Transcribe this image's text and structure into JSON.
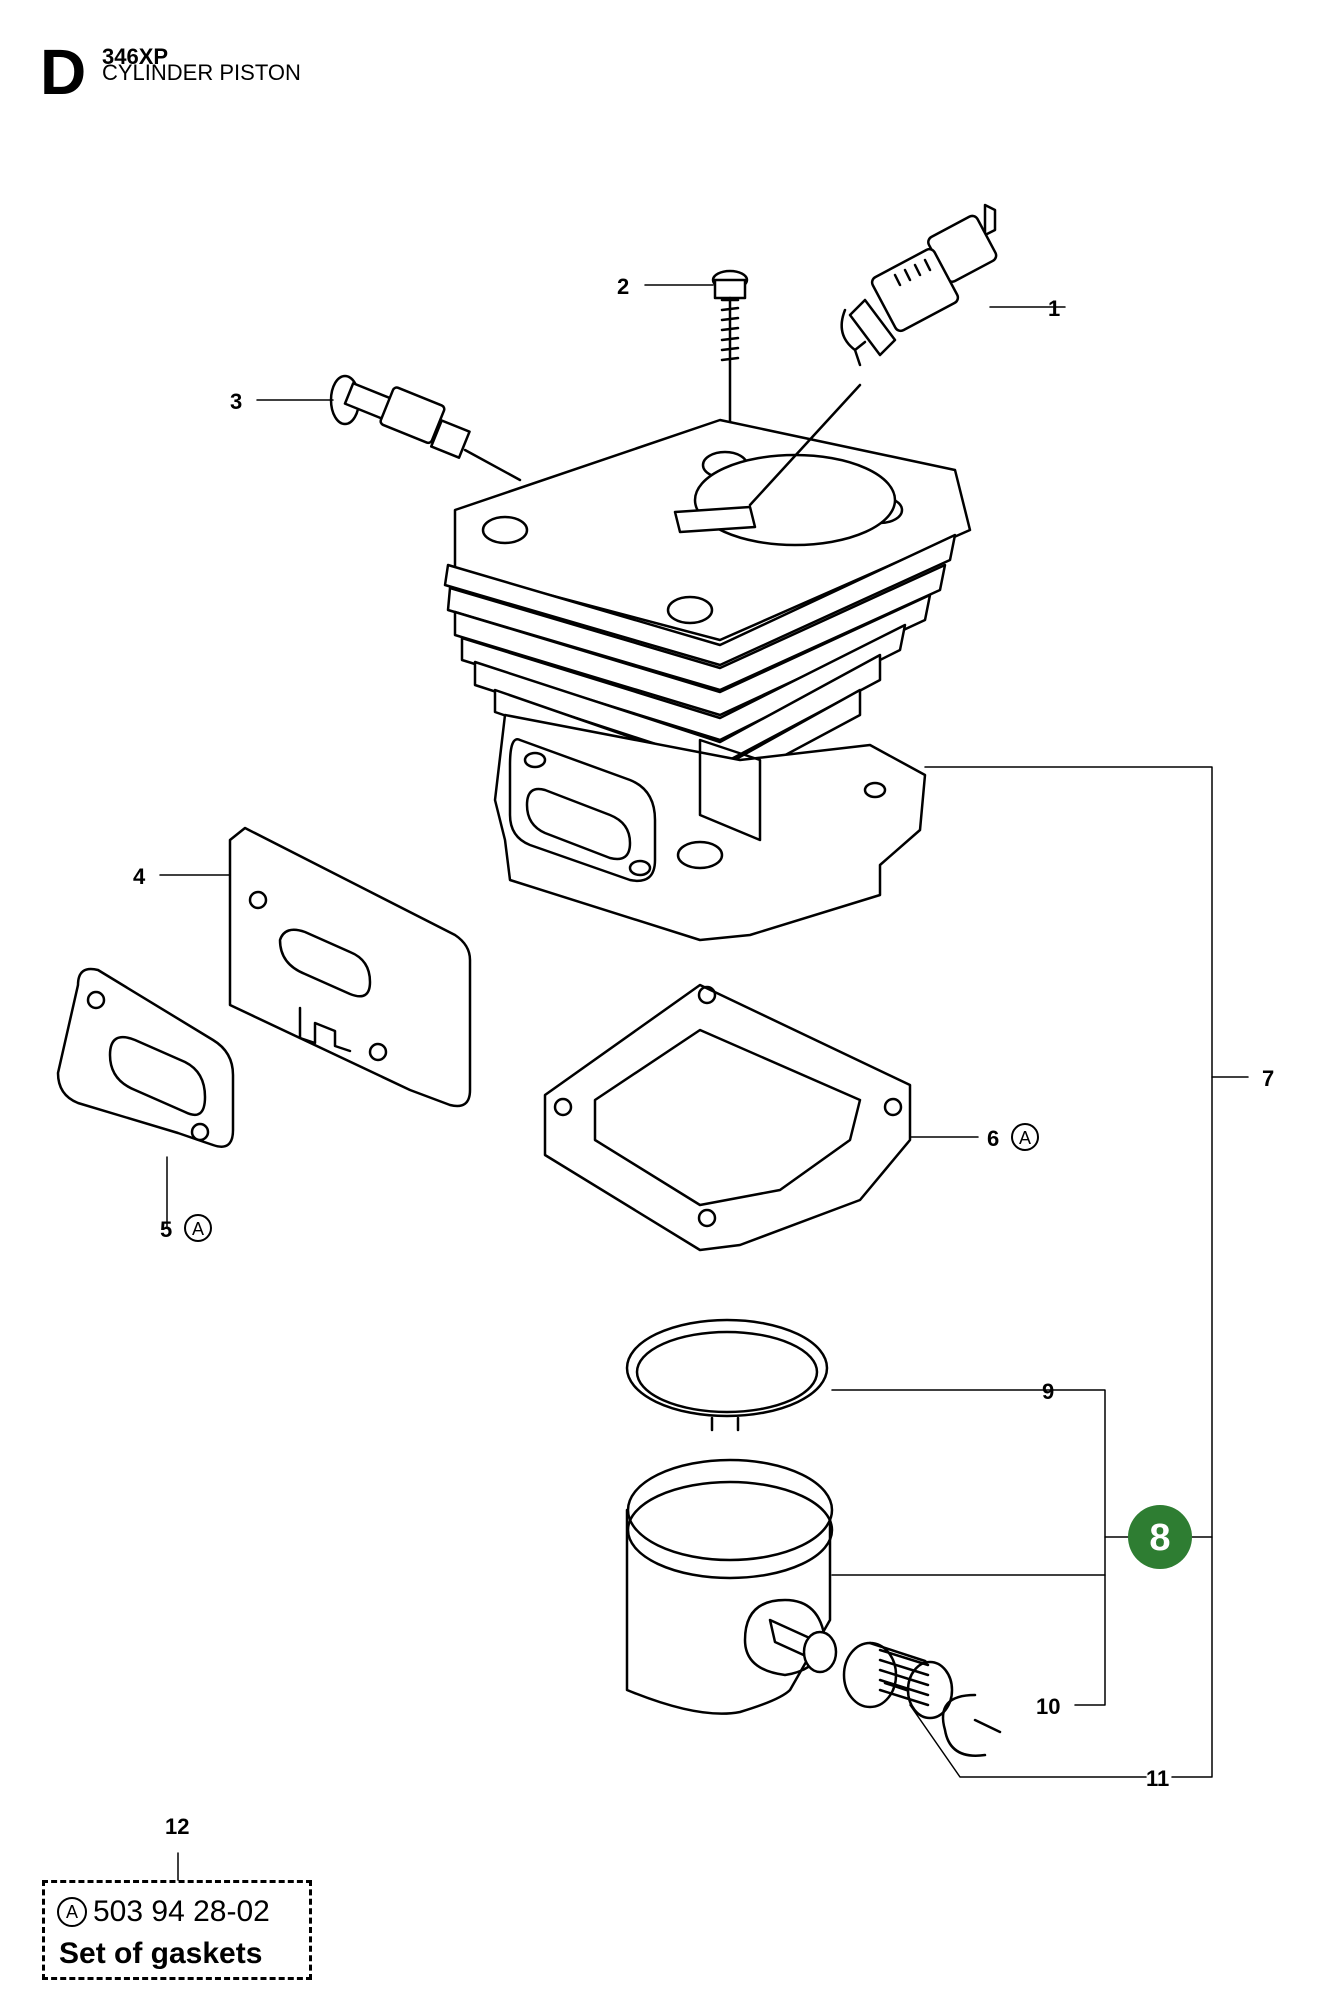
{
  "header": {
    "section_letter": "D",
    "model": "346XP",
    "title": "CYLINDER PISTON"
  },
  "callouts": {
    "c1": "1",
    "c2": "2",
    "c3": "3",
    "c4": "4",
    "c5": "5",
    "c6": "6",
    "c7": "7",
    "c8": "8",
    "c9": "9",
    "c10": "10",
    "c11": "11",
    "c12": "12",
    "marker_a": "A"
  },
  "highlight_color": "#2e7d32",
  "kit_box": {
    "marker": "A",
    "part_number": "503 94 28-02",
    "description": "Set of gaskets"
  }
}
